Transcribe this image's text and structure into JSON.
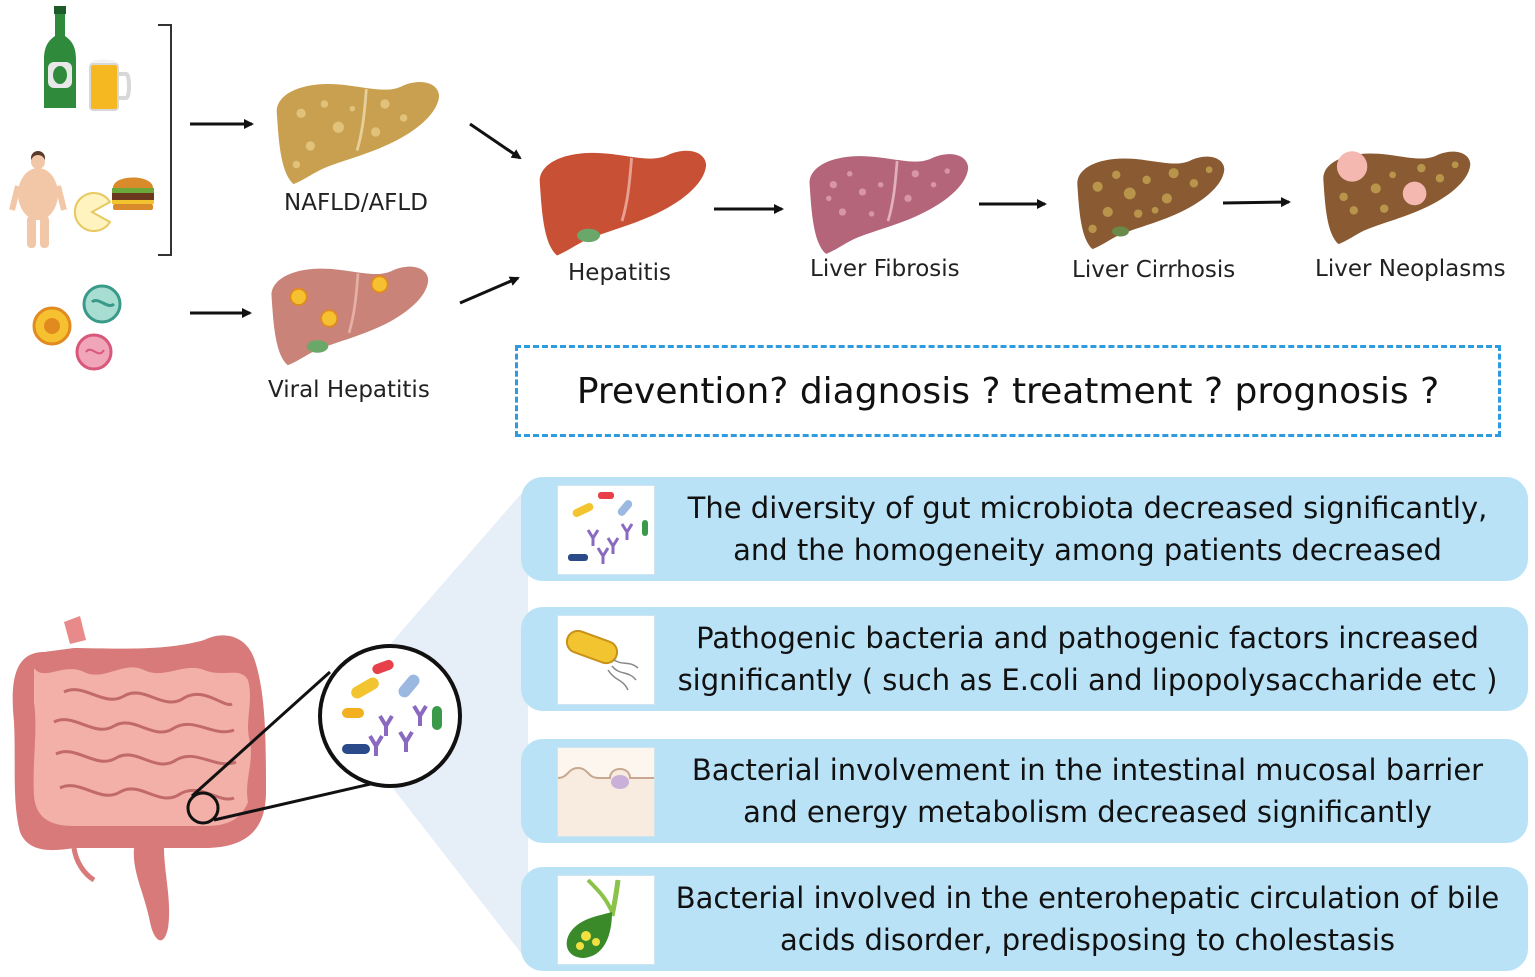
{
  "labels": {
    "nafld": "NAFLD/AFLD",
    "viral": "Viral Hepatitis",
    "hepatitis": "Hepatitis",
    "fibrosis": "Liver Fibrosis",
    "cirrhosis": "Liver Cirrhosis",
    "neoplasms": "Liver Neoplasms"
  },
  "question": "Prevention? diagnosis ? treatment ? prognosis ?",
  "findings": [
    {
      "line1": "The diversity of gut microbiota decreased significantly,",
      "line2": "and the homogeneity among patients decreased",
      "icon": "bacteria-icon"
    },
    {
      "line1": "Pathogenic bacteria and pathogenic factors increased",
      "line2": "significantly ( such as E.coli and lipopolysaccharide etc )",
      "icon": "e-coli-icon"
    },
    {
      "line1": "Bacterial involvement in the intestinal mucosal barrier",
      "line2": "and energy metabolism decreased significantly",
      "icon": "mucosa-icon"
    },
    {
      "line1": "Bacterial involved in the enterohepatic circulation of bile",
      "line2": "acids disorder, predisposing to cholestasis",
      "icon": "gallbladder-icon"
    }
  ],
  "colors": {
    "card_bg": "#b9e2f7",
    "dashed_border": "#2e9be0",
    "fatty_liver": "#c9a04f",
    "viral_liver": "#c98378",
    "hepatitis_liver": "#c85035",
    "fibrosis_liver": "#b5657a",
    "cirrhosis_liver": "#8a5a32"
  }
}
